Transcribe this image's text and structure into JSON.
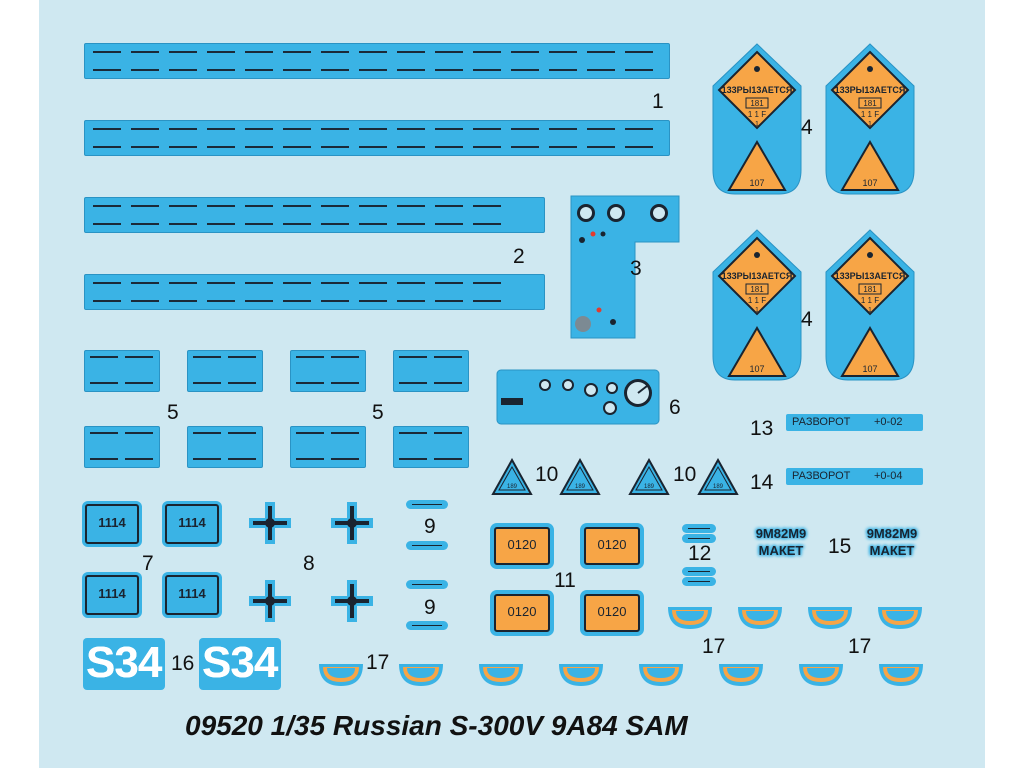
{
  "decal_numbers": {
    "n1": "1",
    "n2": "2",
    "n3": "3",
    "n4a": "4",
    "n4b": "4",
    "n5a": "5",
    "n5b": "5",
    "n6": "6",
    "n7": "7",
    "n8": "8",
    "n9a": "9",
    "n9b": "9",
    "n10a": "10",
    "n10b": "10",
    "n11": "11",
    "n12": "12",
    "n13": "13",
    "n14": "14",
    "n15": "15",
    "n16": "16",
    "n17a": "17",
    "n17b": "17",
    "n17c": "17"
  },
  "warning_sign": {
    "headline": "133РЫ13АЕТСЯ",
    "box_code": "181",
    "line2": "1 1 F",
    "line3": "1",
    "triangle_code": "107"
  },
  "plate_7": "1114",
  "orange_11": "0120",
  "triangle_10_code": "189",
  "label_13": {
    "left": "РАЗВОРОТ",
    "right": "+0-02"
  },
  "label_14": {
    "left": "РАЗВОРОТ",
    "right": "+0-04"
  },
  "label_15": {
    "line1": "9М82М9",
    "line2": "МАКЕТ"
  },
  "number_16": "S34",
  "title": "09520 1/35 Russian S-300V 9A84 SAM",
  "colors": {
    "sheet": "#cfe8f1",
    "decal_blue": "#3ab3e5",
    "orange": "#f7a546",
    "ink": "#1a2430"
  }
}
